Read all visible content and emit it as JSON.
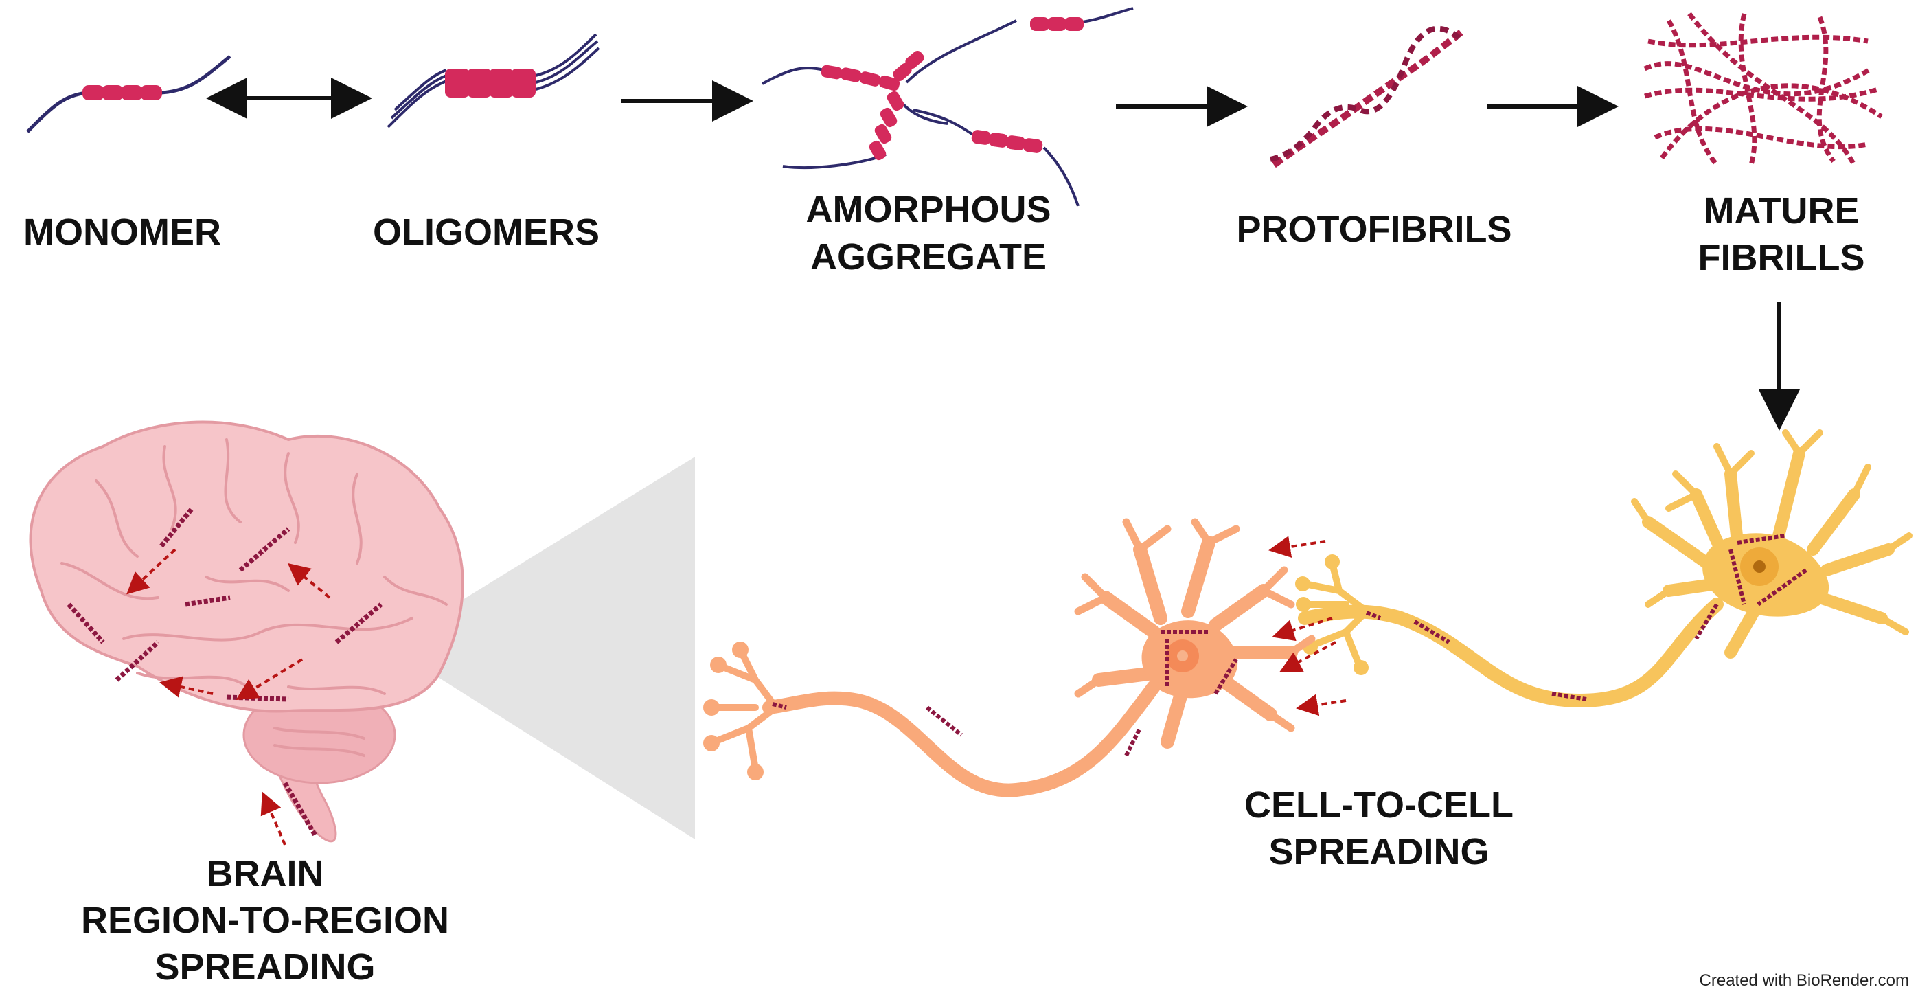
{
  "stages": {
    "monomer": "MONOMER",
    "oligomers": "OLIGOMERS",
    "amorphous_line1": "AMORPHOUS",
    "amorphous_line2": "AGGREGATE",
    "protofibrils": "PROTOFIBRILS",
    "mature_line1": "MATURE",
    "mature_line2": "FIBRILLS"
  },
  "spreading": {
    "cell_line1": "CELL-TO-CELL",
    "cell_line2": "SPREADING",
    "brain_line1": "BRAIN",
    "brain_line2": "REGION-TO-REGION",
    "brain_line3": "SPREADING"
  },
  "credit": "Created with BioRender.com",
  "colors": {
    "protein_block": "#d42a5c",
    "chain": "#2e2a6b",
    "fibril": "#b01f4a",
    "neuron_right": "#f7c45c",
    "neuron_left": "#f9a97a",
    "brain": "#f6c5c9",
    "spread_arrow": "#b81414",
    "flow_arrow": "#111111",
    "zoom_cone": "#d8d8d8"
  }
}
